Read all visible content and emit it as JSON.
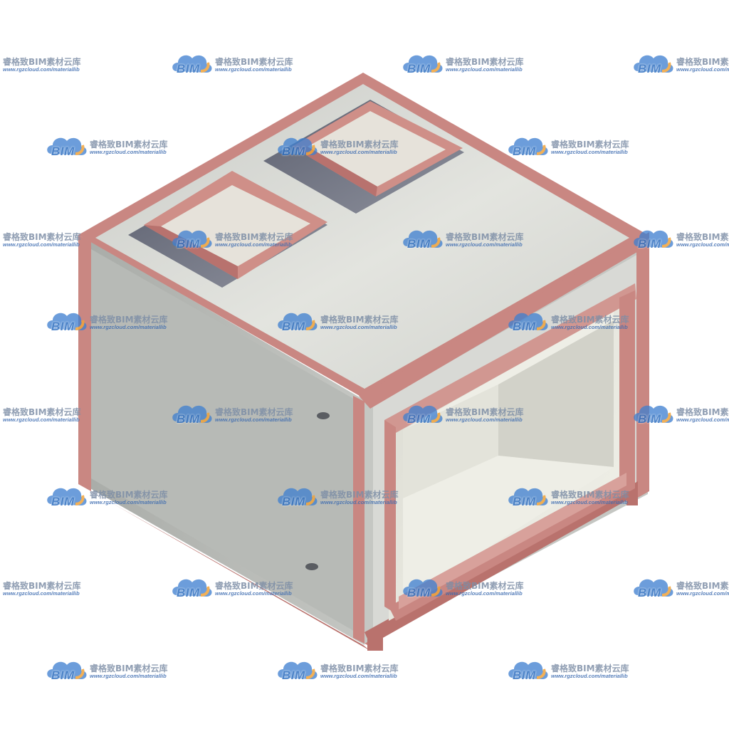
{
  "watermark": {
    "badge": "BIM",
    "title": "睿格致BIM素材云库",
    "url": "www.rgzcloud.com/materiallib"
  },
  "colors": {
    "frame": "#cc8a84",
    "frame_dark": "#a96a66",
    "top_face": "#cfd1cd",
    "side_face": "#b8bbb7",
    "inner_face": "#e9e9e1",
    "cloud_blue": "#3f7fcf",
    "cloud_orange": "#f0a33a"
  },
  "icons": {
    "watermark_logo": "cloud-icon"
  }
}
